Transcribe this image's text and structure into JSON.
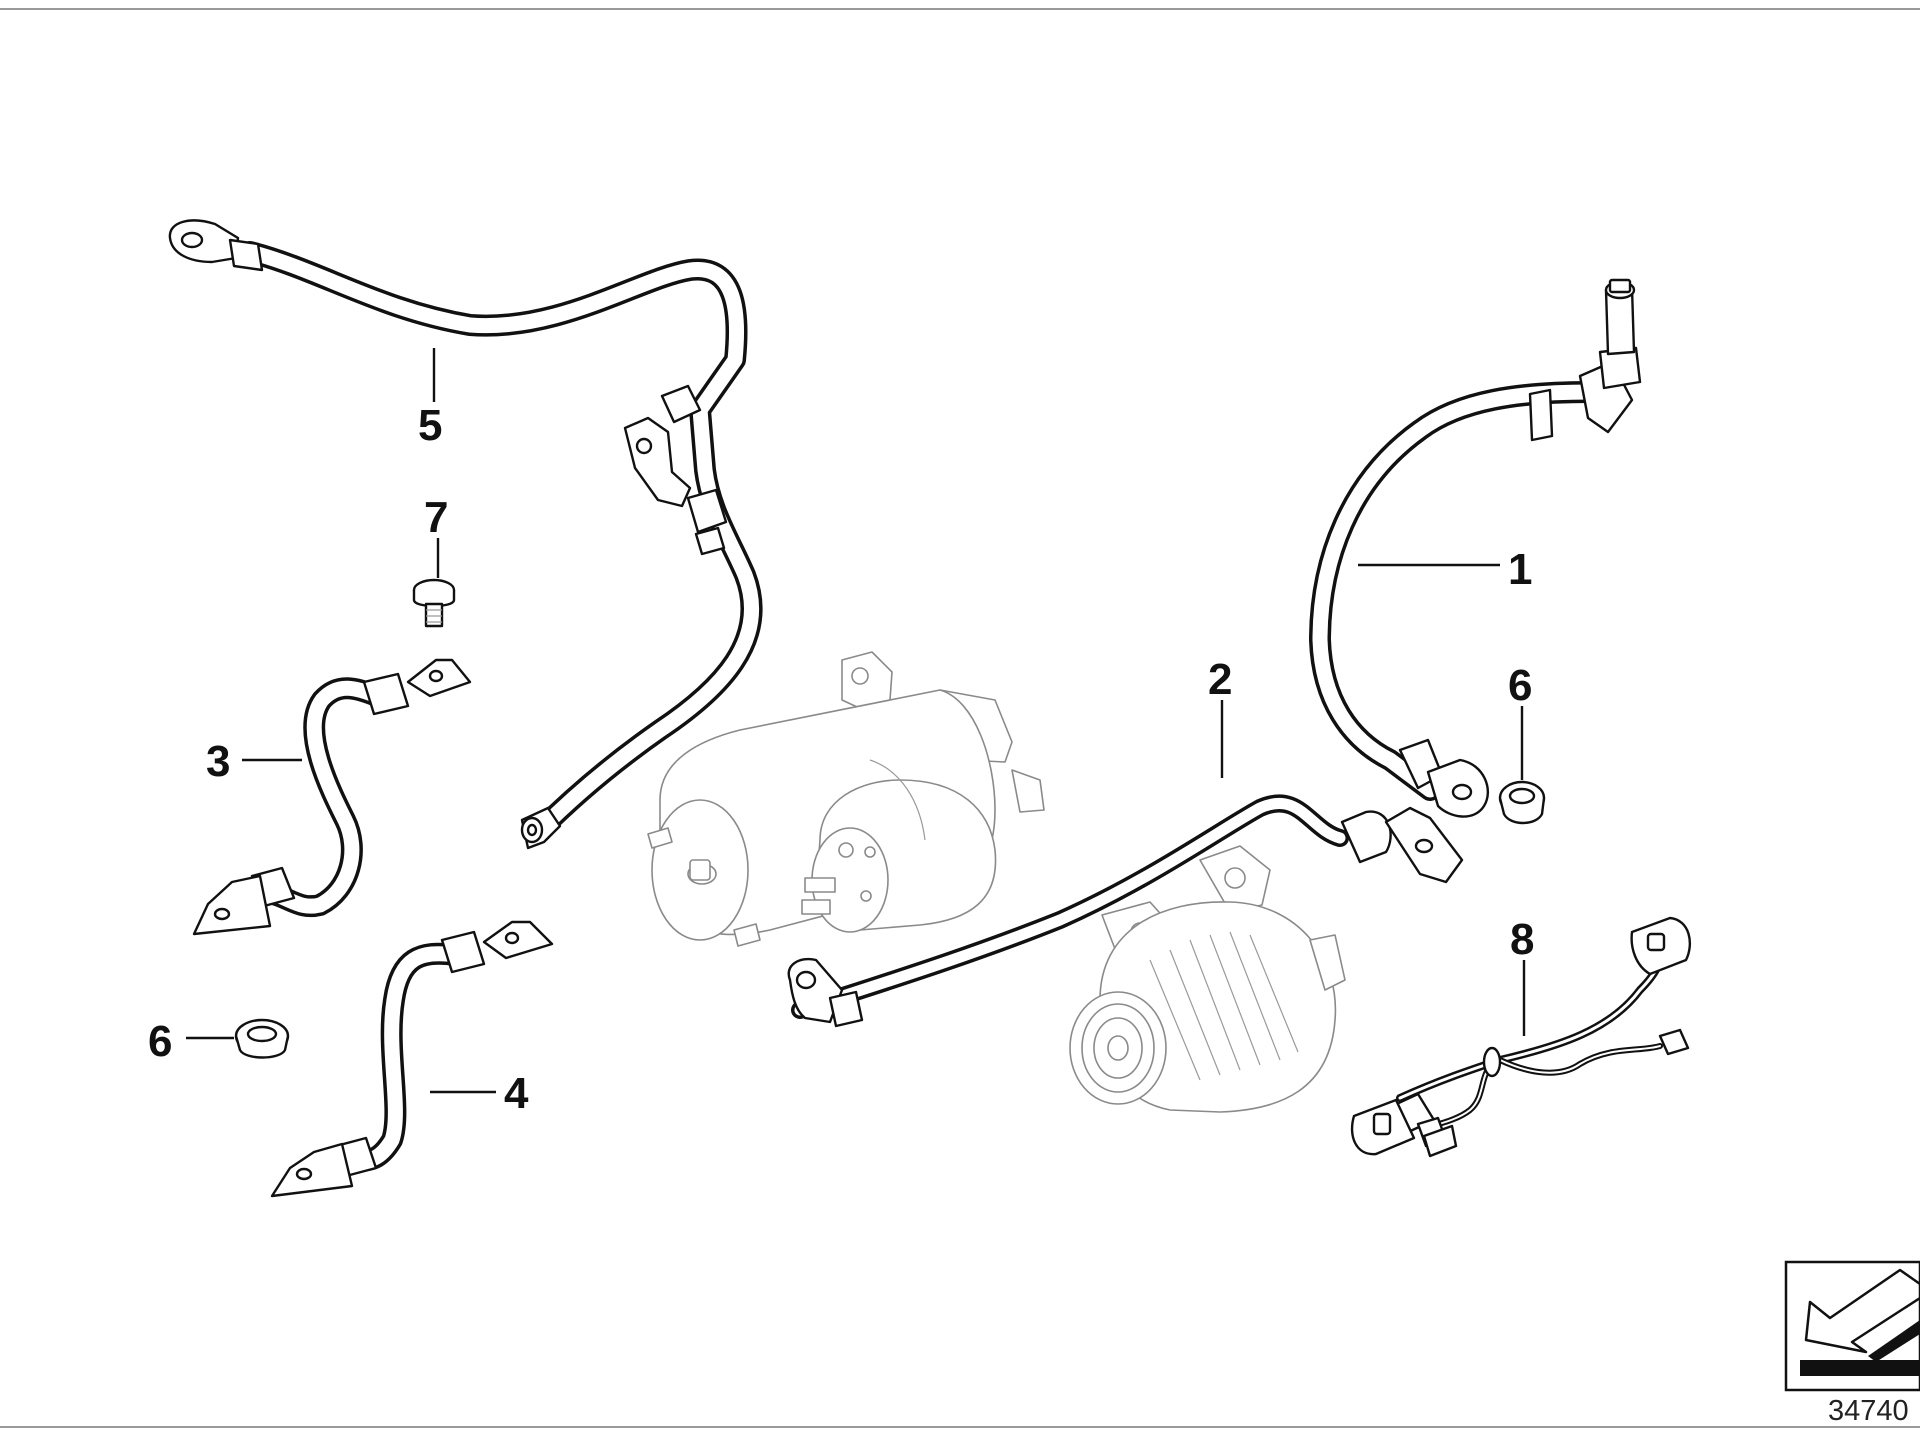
{
  "callouts": {
    "c1": "1",
    "c2": "2",
    "c3": "3",
    "c4": "4",
    "c5": "5",
    "c6a": "6",
    "c6b": "6",
    "c7": "7",
    "c8": "8"
  },
  "reference_number": "34740",
  "corner_symbol": "arrow-icon"
}
